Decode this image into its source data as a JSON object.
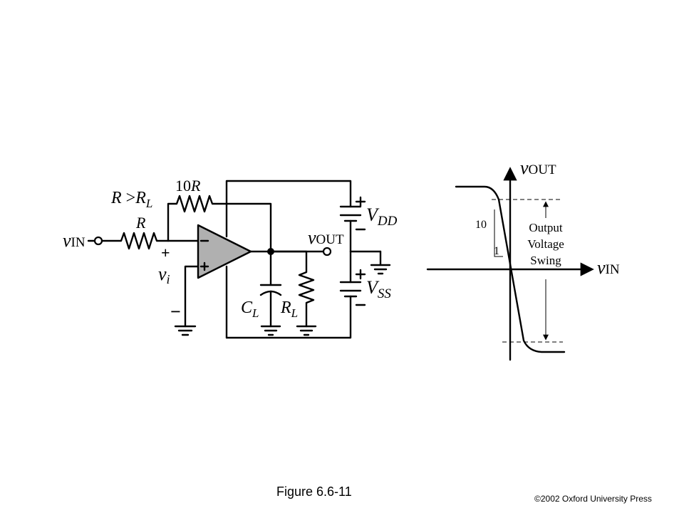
{
  "circuit": {
    "vin_v": "v",
    "vin_sub": "IN",
    "r_cond_r": "R",
    "r_cond_gt": " >",
    "r_cond_rl": "R",
    "r_cond_rl_sub": "L",
    "r_label": "R",
    "fb_10": "10",
    "fb_r": "R",
    "plus": "+",
    "minus": "−",
    "vi_v": "v",
    "vi_sub": "i",
    "vout_v": "v",
    "vout_sub": "OUT",
    "vdd_v": "V",
    "vdd_sub": "DD",
    "vss_v": "V",
    "vss_sub": "SS",
    "cl_c": "C",
    "cl_sub": "L",
    "rl_r": "R",
    "rl_sub": "L"
  },
  "transfer": {
    "y_axis_v": "v",
    "y_axis_sub": "OUT",
    "x_axis_v": "v",
    "x_axis_sub": "IN",
    "slope_rise": "10",
    "slope_run": "1",
    "swing_line1": "Output",
    "swing_line2": "Voltage",
    "swing_line3": "Swing"
  },
  "caption": "Figure 6.6-11",
  "copyright": "©2002  Oxford University Press"
}
